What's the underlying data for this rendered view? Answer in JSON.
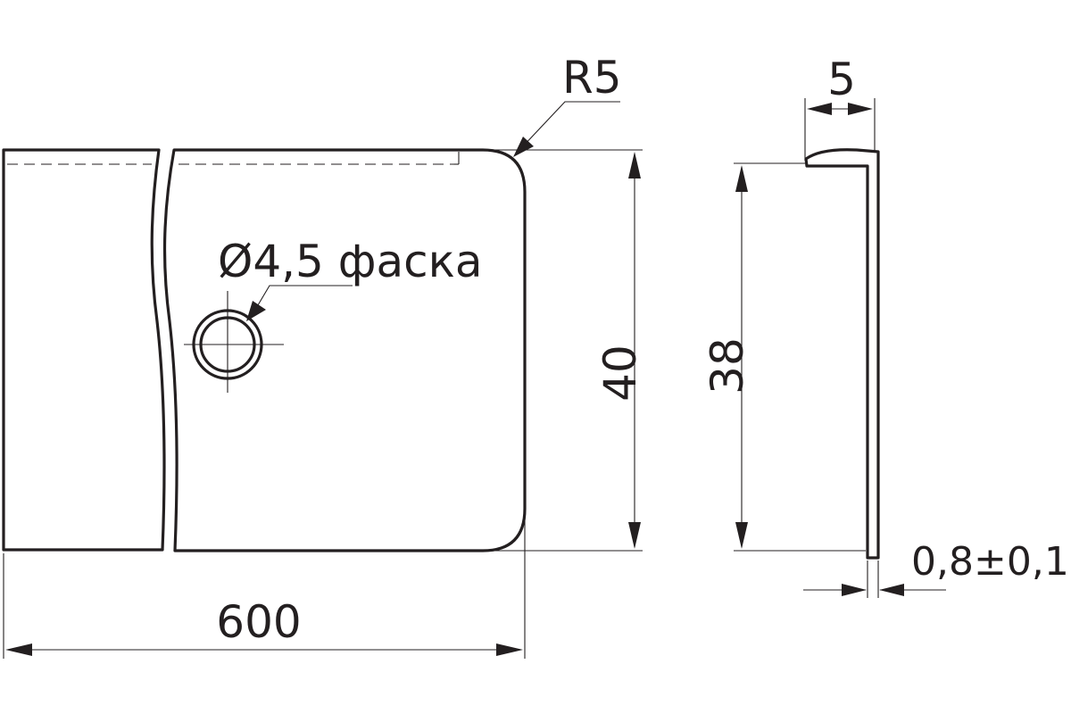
{
  "dimensions": {
    "length": "600",
    "height": "40",
    "radius": "R5",
    "hole": "Ø4,5 фаска",
    "side_height": "38",
    "lip_width": "5",
    "thickness": "0,8±0,1"
  },
  "colors": {
    "line": "#231f20",
    "background": "#ffffff"
  }
}
